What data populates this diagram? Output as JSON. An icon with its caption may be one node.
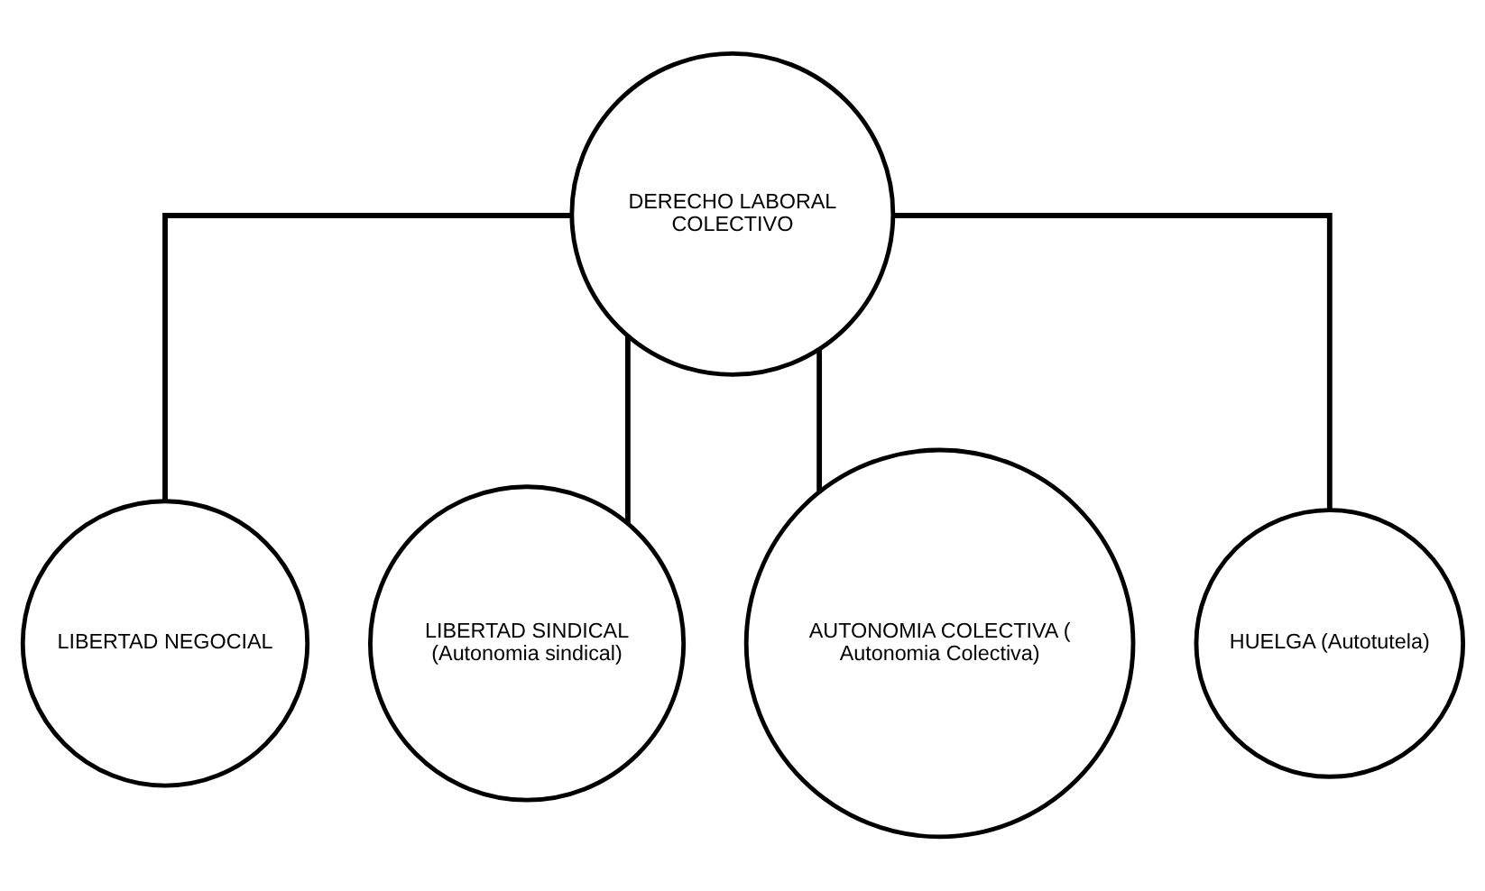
{
  "diagram": {
    "nodes": [
      {
        "text": [
          "DERECHO LABORAL COLECTIVO"
        ]
      },
      {
        "text": [
          "LIBERTAD NEGOCIAL"
        ]
      },
      {
        "text": [
          "LIBERTAD SINDICAL (Autonomia sindical)"
        ]
      },
      {
        "text": [
          "AUTONOMIA COLECTIVA ( Autonomia Colectiva)"
        ]
      },
      {
        "text": [
          "HUELGA (Autotutela)"
        ]
      }
    ],
    "edges": [
      {
        "from": 0,
        "to": 1,
        "arrow": "none"
      },
      {
        "from": 0,
        "to": 2,
        "arrow": "none"
      },
      {
        "from": 0,
        "to": 3,
        "arrow": "none"
      },
      {
        "from": 0,
        "to": 4,
        "arrow": "none"
      }
    ]
  }
}
